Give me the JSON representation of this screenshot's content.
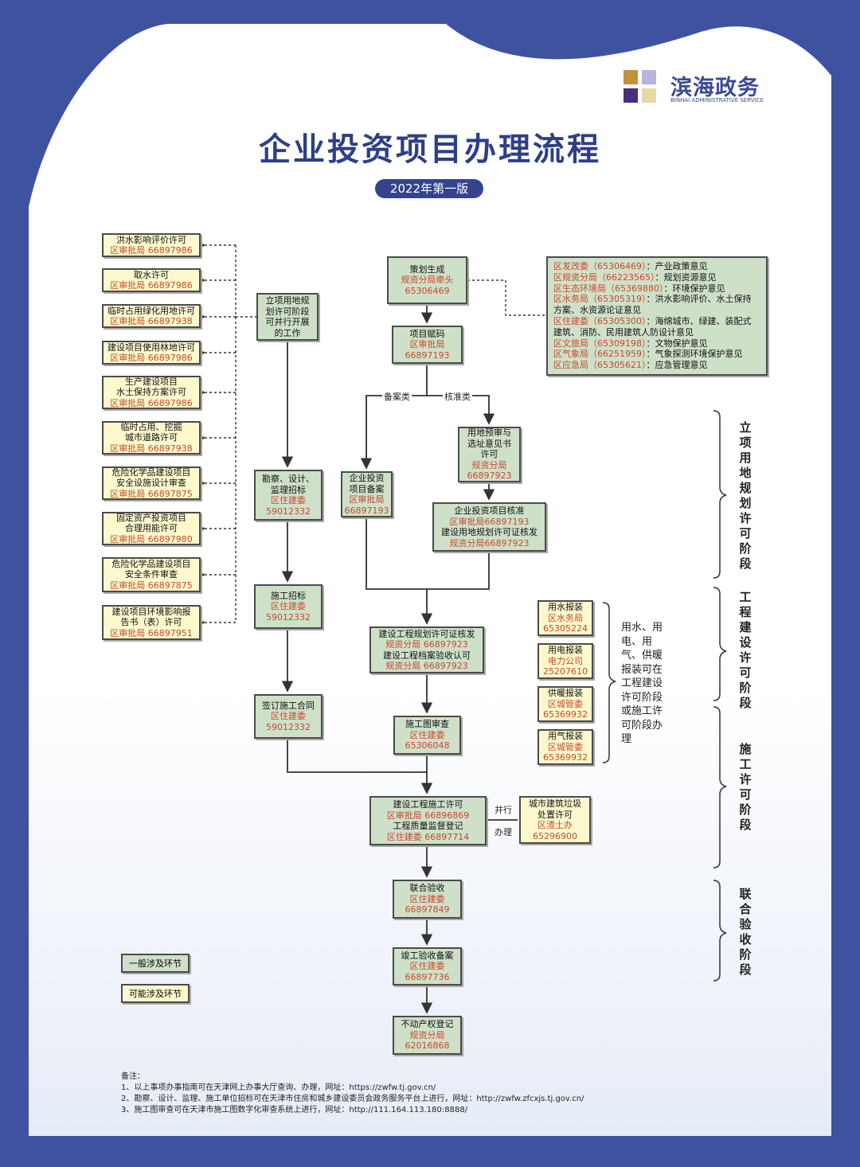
{
  "header": {
    "title": "企业投资项目办理流程",
    "edition": "2022年第一版",
    "logo_text": "滨海政务",
    "logo_sub": "BINHAI ADMINISTRATIVE SERVICE"
  },
  "colors": {
    "background": "#3f52a0",
    "box_general": "#cfe0c9",
    "box_possible": "#fdf9cd",
    "agency_text": "#c74a2c",
    "title": "#2e3f86"
  },
  "left_permits": [
    {
      "name": "洪水影响评价许可",
      "agency": "区审批局 66897986"
    },
    {
      "name": "取水许可",
      "agency": "区审批局 66897986"
    },
    {
      "name": "临时占用绿化用地许可",
      "agency": "区审批局 66897938"
    },
    {
      "name": "建设项目使用林地许可",
      "agency": "区审批局 66897986"
    },
    {
      "name1": "生产建设项目",
      "name2": "水土保持方案许可",
      "agency": "区审批局 66897986"
    },
    {
      "name1": "临时占用、挖掘",
      "name2": "城市道路许可",
      "agency": "区审批局 66897938"
    },
    {
      "name1": "危险化学品建设项目",
      "name2": "安全设施设计审查",
      "agency": "区审批局 66897875"
    },
    {
      "name1": "固定资产投资项目",
      "name2": "合理用能许可",
      "agency": "区审批局 66897980"
    },
    {
      "name1": "危险化学品建设项目",
      "name2": "安全条件审查",
      "agency": "区审批局 66897875"
    },
    {
      "name1": "建设项目环境影响报",
      "name2": "告书（表）许可",
      "agency": "区审批局 66897951"
    }
  ],
  "parallel_note": {
    "l1": "立项用地规",
    "l2": "划许可阶段",
    "l3": "可并行开展",
    "l4": "的工作"
  },
  "main": {
    "plan": {
      "name": "策划生成",
      "agency": "规资分局牵头",
      "phone": "65306469"
    },
    "code": {
      "name": "项目赋码",
      "agency": "区审批局",
      "phone": "66897193"
    },
    "record_branch": "备案类",
    "approve_branch": "核准类",
    "land_pre": {
      "l1": "用地预审与",
      "l2": "选址意见书",
      "l3": "许可",
      "agency": "规资分局",
      "phone": "66897923"
    },
    "invest_record": {
      "l1": "企业投资",
      "l2": "项目备案",
      "agency": "区审批局",
      "phone": "66897193"
    },
    "approval": {
      "l1": "企业投资项目核准",
      "a1": "区审批局66897193",
      "l2": "建设用地规划许可证核发",
      "a2": "规资分局66897923"
    },
    "survey": {
      "l1": "勘察、设计、",
      "l2": "监理招标",
      "agency": "区住建委",
      "phone": "59012332"
    },
    "tender": {
      "name": "施工招标",
      "agency": "区住建委",
      "phone": "59012332"
    },
    "contract": {
      "name": "签订施工合同",
      "agency": "区住建委",
      "phone": "59012332"
    },
    "plan_permit": {
      "l1": "建设工程规划许可证核发",
      "a1": "规资分局 66897923",
      "l2": "建设工程档案验收认可",
      "a2": "规资分局 66897923"
    },
    "drawing": {
      "name": "施工图审查",
      "agency": "区住建委",
      "phone": "65306048"
    },
    "build_permit": {
      "l1": "建设工程施工许可",
      "a1": "区审批局 66896869",
      "l2": "工程质量监督登记",
      "a2": "区住建委 66897714"
    },
    "parallel_l1": "并行",
    "parallel_l2": "办理",
    "waste": {
      "l1": "城市建筑垃圾",
      "l2": "处置许可",
      "agency": "区渣土办",
      "phone": "65296900"
    },
    "accept": {
      "name": "联合验收",
      "agency": "区住建委",
      "phone": "66897849"
    },
    "completion": {
      "name": "竣工验收备案",
      "agency": "区住建委",
      "phone": "66897736"
    },
    "property": {
      "name": "不动产权登记",
      "agency": "规资分局",
      "phone": "62016868"
    }
  },
  "opinions": [
    {
      "agency": "区发改委（65306469）",
      "text": "：产业政策意见"
    },
    {
      "agency": "区规资分局（66223565）",
      "text": "：规划资源意见"
    },
    {
      "agency": "区生态环境局（65369880）",
      "text": "：环境保护意见"
    },
    {
      "agency": "区水务局（65305319）",
      "text": "：洪水影响评价、水土保持"
    },
    {
      "agency": "",
      "text": "方案、水资源论证意见"
    },
    {
      "agency": "区住建委（65305300）",
      "text": "：海绵城市、绿建、装配式"
    },
    {
      "agency": "",
      "text": "建筑、消防、民用建筑人防设计意见"
    },
    {
      "agency": "区文旅局（65309198）",
      "text": "：文物保护意见"
    },
    {
      "agency": "区气象局（66251959）",
      "text": "：气象探测环境保护意见"
    },
    {
      "agency": "区应急局（65305621）",
      "text": "：应急管理意见"
    }
  ],
  "utilities": [
    {
      "name": "用水报装",
      "agency": "区水务局",
      "phone": "65305224"
    },
    {
      "name": "用电报装",
      "agency": "电力公司",
      "phone": "25207610"
    },
    {
      "name": "供暖报装",
      "agency": "区城管委",
      "phone": "65369932"
    },
    {
      "name": "用气报装",
      "agency": "区城管委",
      "phone": "65369932"
    }
  ],
  "utility_note": "用水、用电、用气、供暖报装可在工程建设许可阶段或施工许可阶段办理",
  "stages": [
    "立项用地规划许可阶段",
    "工程建设许可阶段",
    "施工许可阶段",
    "联合验收阶段"
  ],
  "legend": {
    "general": "一般涉及环节",
    "possible": "可能涉及环节"
  },
  "notes": {
    "title": "备注：",
    "n1": "1、以上事项办事指南可在天津网上办事大厅查询、办理，网址：https://zwfw.tj.gov.cn/",
    "n2": "2、勘察、设计、监理、施工单位招标可在天津市住房和城乡建设委员会政务服务平台上进行，网址：http://zwfw.zfcxjs.tj.gov.cn/",
    "n3": "3、施工图审查可在天津市施工图数字化审查系统上进行，网址：http://111.164.113.180:8888/"
  }
}
